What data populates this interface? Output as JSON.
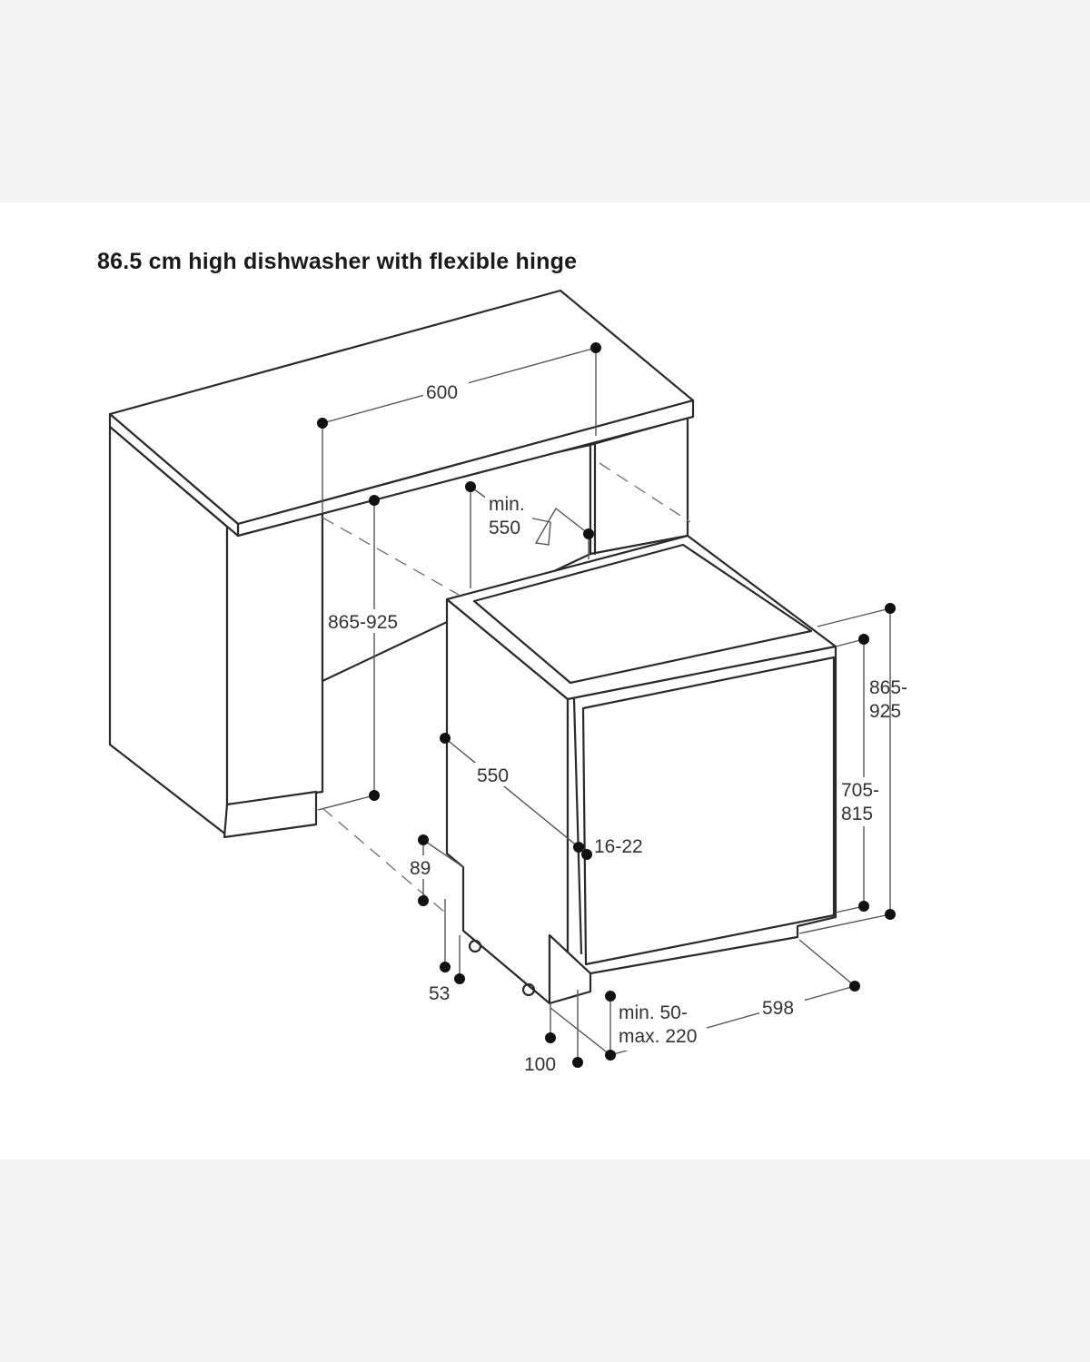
{
  "title": "86.5 cm high dishwasher with flexible hinge",
  "dimensions": {
    "cabinet_width": "600",
    "recess_depth_min_1": "min.",
    "recess_depth_min_2": "550",
    "niche_height": "865-925",
    "appliance_height_1": "865-",
    "appliance_height_2": "925",
    "door_height_1": "705-",
    "door_height_2": "815",
    "appliance_depth": "550",
    "door_thickness": "16-22",
    "plinth_height": "89",
    "foot_setback": "53",
    "plinth_depth": "100",
    "plinth_gap_1": "min. 50-",
    "plinth_gap_2": "max. 220",
    "appliance_width": "598"
  },
  "colors": {
    "line": "#2a2a2a",
    "background_band": "#f4f4f4",
    "panel": "#ffffff"
  }
}
